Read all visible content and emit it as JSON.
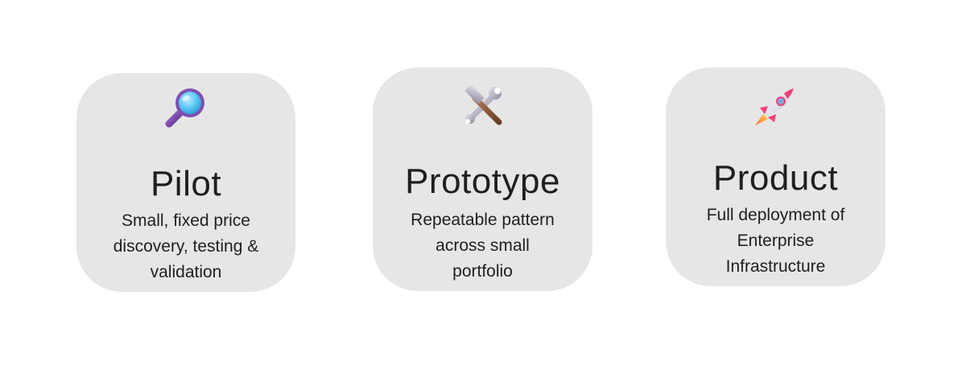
{
  "cards": [
    {
      "title": "Pilot",
      "description": "Small, fixed price\ndiscovery, testing &\nvalidation",
      "icon": "magnifying-glass-icon"
    },
    {
      "title": "Prototype",
      "description": "Repeatable pattern\nacross small\nportfolio",
      "icon": "hammer-and-wrench-icon"
    },
    {
      "title": "Product",
      "description": "Full deployment of\nEnterprise\nInfrastructure",
      "icon": "rocket-icon"
    }
  ],
  "colors": {
    "card_background": "#e6e6e6",
    "text": "#1f1f1f",
    "page_background": "#ffffff"
  }
}
